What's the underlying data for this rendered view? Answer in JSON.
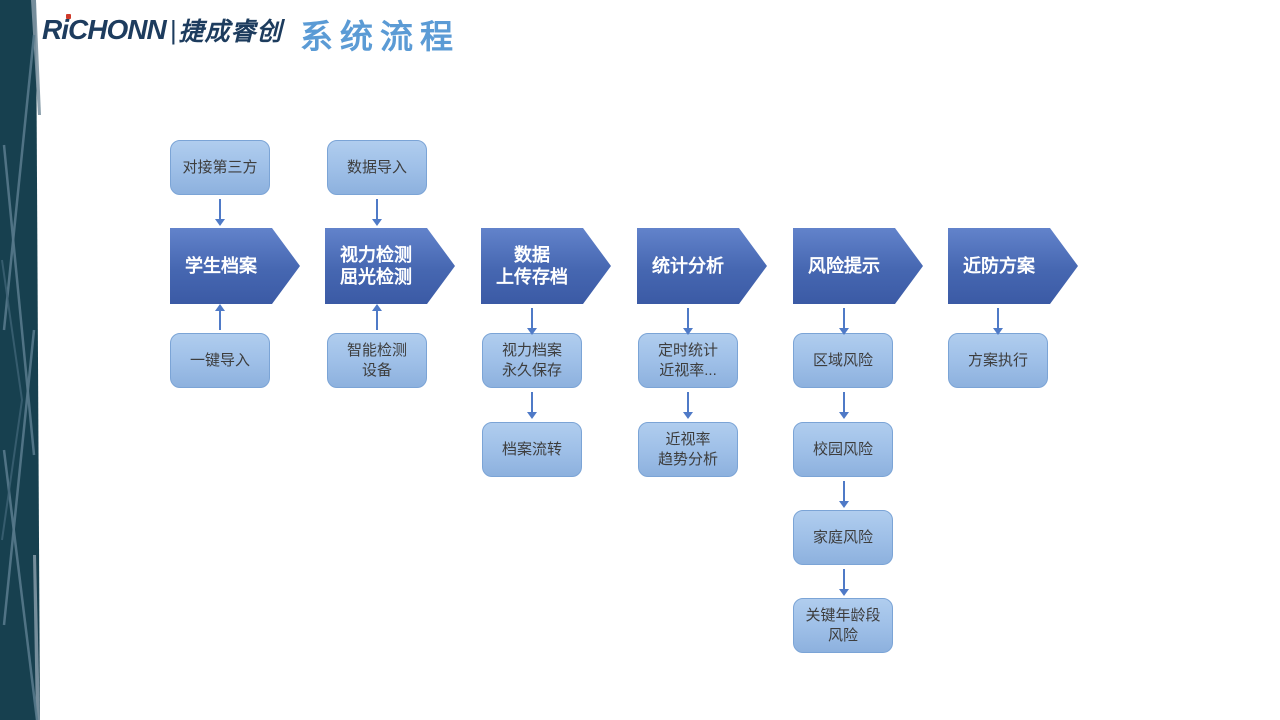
{
  "header": {
    "logo_en": "RiCHONN",
    "logo_sep": "|",
    "logo_cn": "捷成睿创",
    "title": "系统流程"
  },
  "colors": {
    "logo_navy": "#1d3c5e",
    "logo_dot_red": "#cf3a2a",
    "title_blue": "#5b9bd5",
    "chevron_top": "#6283cb",
    "chevron_bottom": "#3b5aa5",
    "box_top": "#b0cdee",
    "box_bottom": "#8db1de",
    "box_border": "#7ba4d6",
    "arrow_blue": "#4f7ac7",
    "sidebar_teal": "#17404f"
  },
  "flow": {
    "columns": [
      {
        "stage": "学生档案",
        "above": "对接第三方",
        "below": [
          "一键导入"
        ]
      },
      {
        "stage": "视力检测\n屈光检测",
        "above": "数据导入",
        "below": [
          "智能检测\n设备"
        ]
      },
      {
        "stage": "数据\n上传存档",
        "below": [
          "视力档案\n永久保存",
          "档案流转"
        ]
      },
      {
        "stage": "统计分析",
        "below": [
          "定时统计\n近视率...",
          "近视率\n趋势分析"
        ]
      },
      {
        "stage": "风险提示",
        "below": [
          "区域风险",
          "校园风险",
          "家庭风险",
          "关键年龄段\n风险"
        ]
      },
      {
        "stage": "近防方案",
        "below": [
          "方案执行"
        ]
      }
    ]
  }
}
